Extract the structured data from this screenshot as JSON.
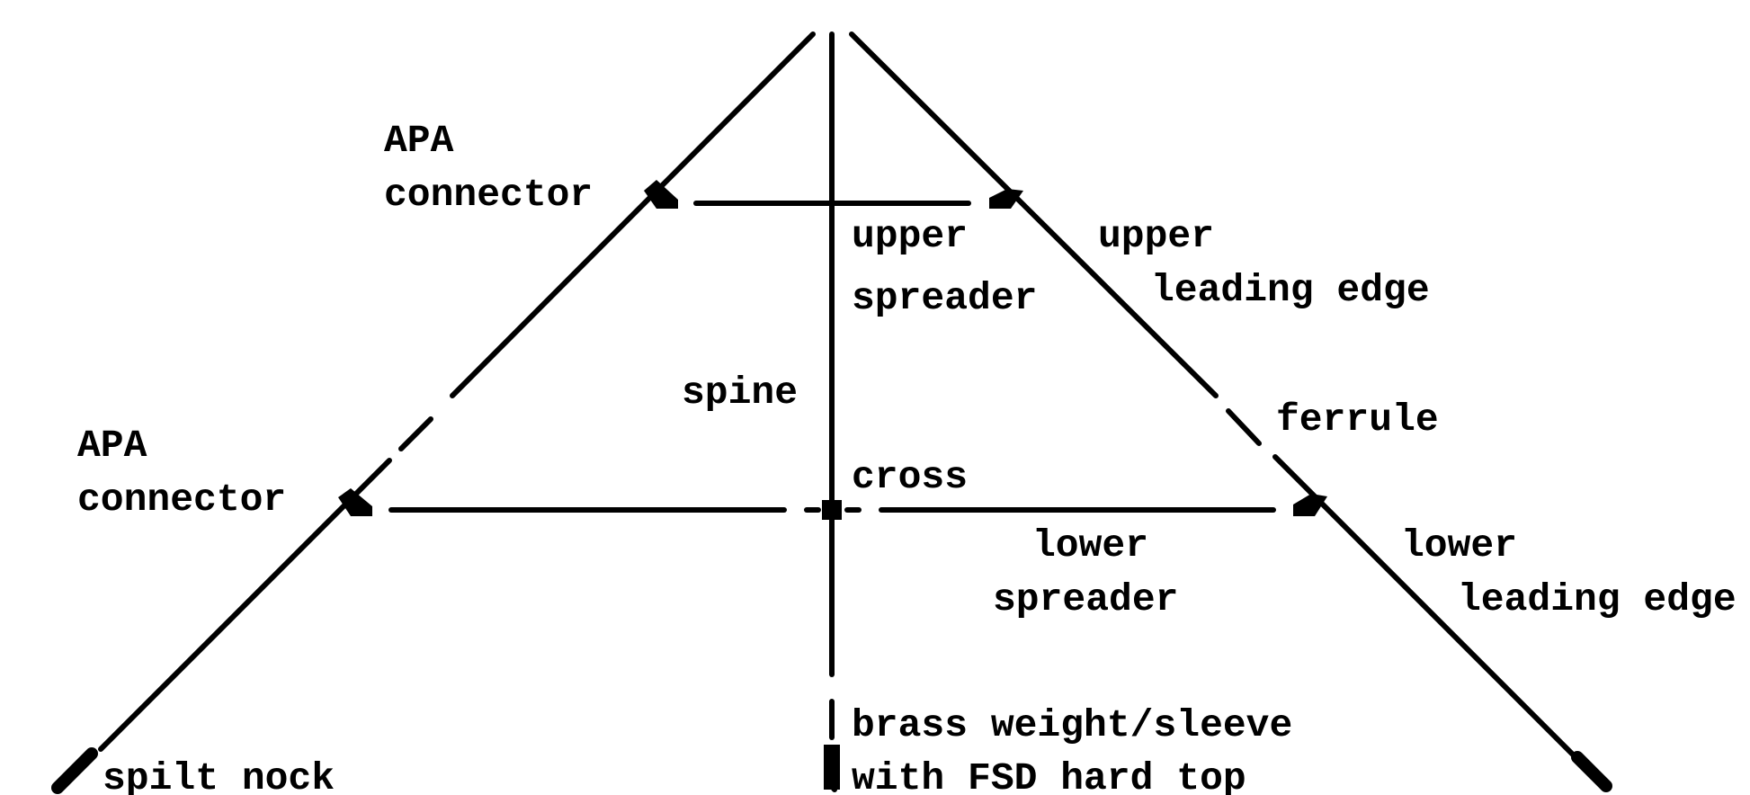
{
  "colors": {
    "ink": "#000000",
    "background": "#ffffff"
  },
  "labels": {
    "upper_connector": [
      "APA",
      "connector"
    ],
    "lower_connector": [
      "APA",
      "connector"
    ],
    "upper_spreader": [
      "upper",
      "spreader"
    ],
    "upper_leading_edge": [
      "upper",
      "leading edge"
    ],
    "spine": "spine",
    "ferrule": "ferrule",
    "cross": "cross",
    "lower_spreader": [
      "lower",
      "spreader"
    ],
    "lower_leading_edge": [
      "lower",
      "leading edge"
    ],
    "brass_weight": [
      "brass weight/sleeve",
      "with FSD hard top"
    ],
    "split_nock": "spilt nock"
  }
}
